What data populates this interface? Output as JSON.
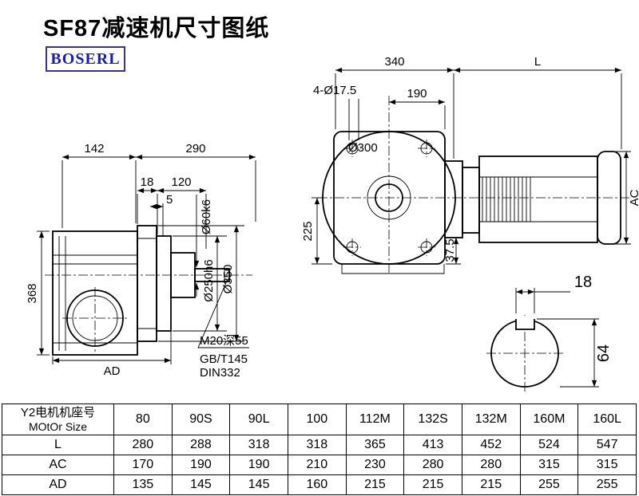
{
  "title": "SF87减速机尺寸图纸",
  "logo_text": "BOSERL",
  "side_view": {
    "dim_width_top": "142",
    "dim_width_flange": "290",
    "dim_18": "18",
    "dim_120": "120",
    "dim_5": "5",
    "dim_height": "368",
    "dim_ad": "AD",
    "dia_shaft": "Ø60k6",
    "dia_spigot": "Ø250h6",
    "dia_flange": "Ø350",
    "thread_note": "M20深55",
    "standard_gb": "GB/T145",
    "standard_din": "DIN332"
  },
  "front_view": {
    "dim_340": "340",
    "dim_l": "L",
    "dim_190": "190",
    "bolt_holes": "4-Ø17.5",
    "dia_flange_circle": "Ø300",
    "dim_225": "225",
    "dim_37_5": "37.5",
    "dim_ac": "AC"
  },
  "shaft_section": {
    "key_width": "18",
    "dim_64": "64"
  },
  "table": {
    "header_line1": "Y2电机机座号",
    "header_line2": "MOtOr Size",
    "columns": [
      "80",
      "90S",
      "90L",
      "100",
      "112M",
      "132S",
      "132M",
      "160M",
      "160L"
    ],
    "rows": [
      {
        "label": "L",
        "values": [
          "280",
          "288",
          "318",
          "318",
          "365",
          "413",
          "452",
          "524",
          "547"
        ]
      },
      {
        "label": "AC",
        "values": [
          "170",
          "190",
          "190",
          "210",
          "230",
          "280",
          "280",
          "315",
          "315"
        ]
      },
      {
        "label": "AD",
        "values": [
          "135",
          "145",
          "145",
          "160",
          "215",
          "215",
          "215",
          "255",
          "255"
        ]
      }
    ]
  }
}
